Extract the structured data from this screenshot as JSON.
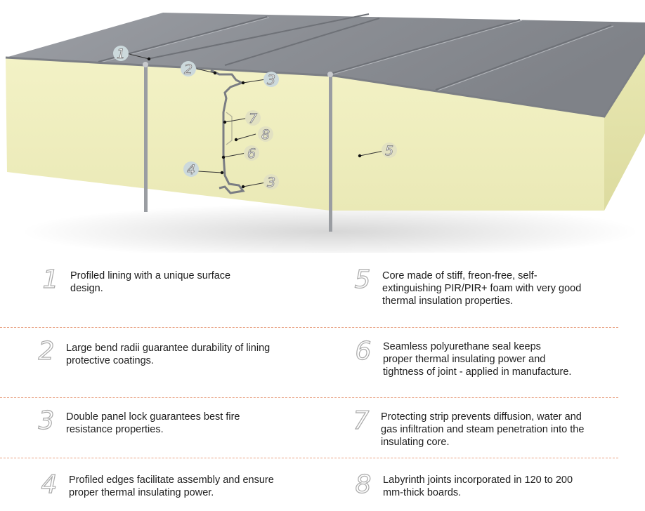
{
  "diagram": {
    "callouts": [
      "1",
      "2",
      "3",
      "7",
      "8",
      "6",
      "4",
      "3",
      "5"
    ]
  },
  "legend": [
    {
      "number": "1",
      "text": "Profiled lining with a unique surface design."
    },
    {
      "number": "5",
      "text": "Core made of stiff, freon-free, self-extinguishing PIR/PIR+ foam with very good thermal insulation properties."
    },
    {
      "number": "2",
      "text": "Large bend radii guarantee durability of lining protective coatings."
    },
    {
      "number": "6",
      "text": "Seamless polyurethane seal keeps proper thermal insulating power and tightness of joint - applied in manufacture."
    },
    {
      "number": "3",
      "text": "Double panel lock guarantees best fire resistance properties."
    },
    {
      "number": "7",
      "text": "Protecting strip prevents diffusion, water and gas infiltration and steam penetration into the insulating core."
    },
    {
      "number": "4",
      "text": "Profiled edges facilitate assembly and ensure proper thermal insulating power."
    },
    {
      "number": "8",
      "text": "Labyrinth joints incorporated in 120 to 200 mm-thick boards."
    }
  ],
  "colors": {
    "core": "#efeebe",
    "lining": "#8c8f95",
    "divider": "#e8a182",
    "numeral_outline": "#a9a9a9"
  }
}
